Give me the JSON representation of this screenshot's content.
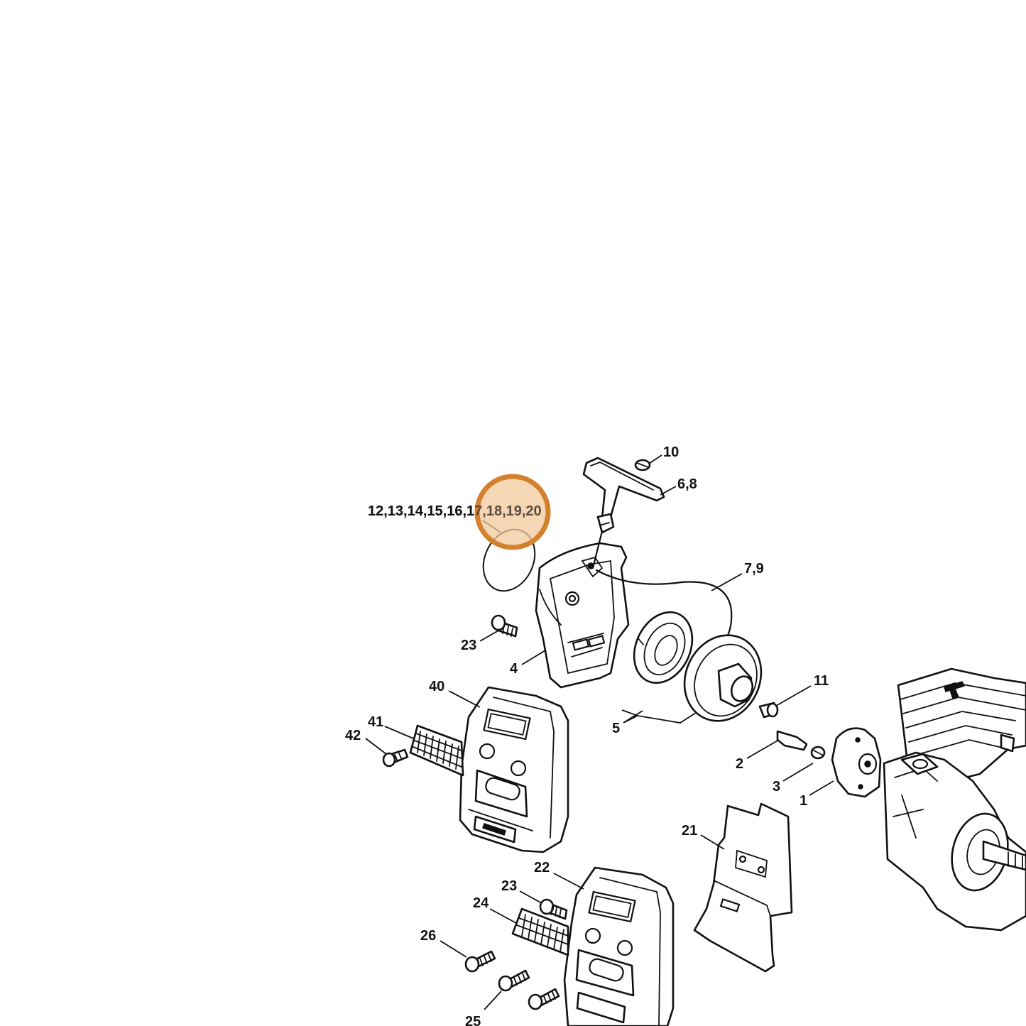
{
  "callouts": {
    "c10": "10",
    "c6_8": "6,8",
    "c12_20": "12,13,14,15,16,17,18,19,20",
    "c7_9": "7,9",
    "c23a": "23",
    "c4": "4",
    "c40": "40",
    "c41": "41",
    "c42": "42",
    "c11": "11",
    "c5": "5",
    "c2": "2",
    "c3": "3",
    "c1": "1",
    "c21": "21",
    "c22": "22",
    "c23b": "23",
    "c24": "24",
    "c26": "26",
    "c25": "25"
  },
  "highlight": {
    "color": "#d4812f",
    "fill": "#f2c99e",
    "target": "17"
  }
}
